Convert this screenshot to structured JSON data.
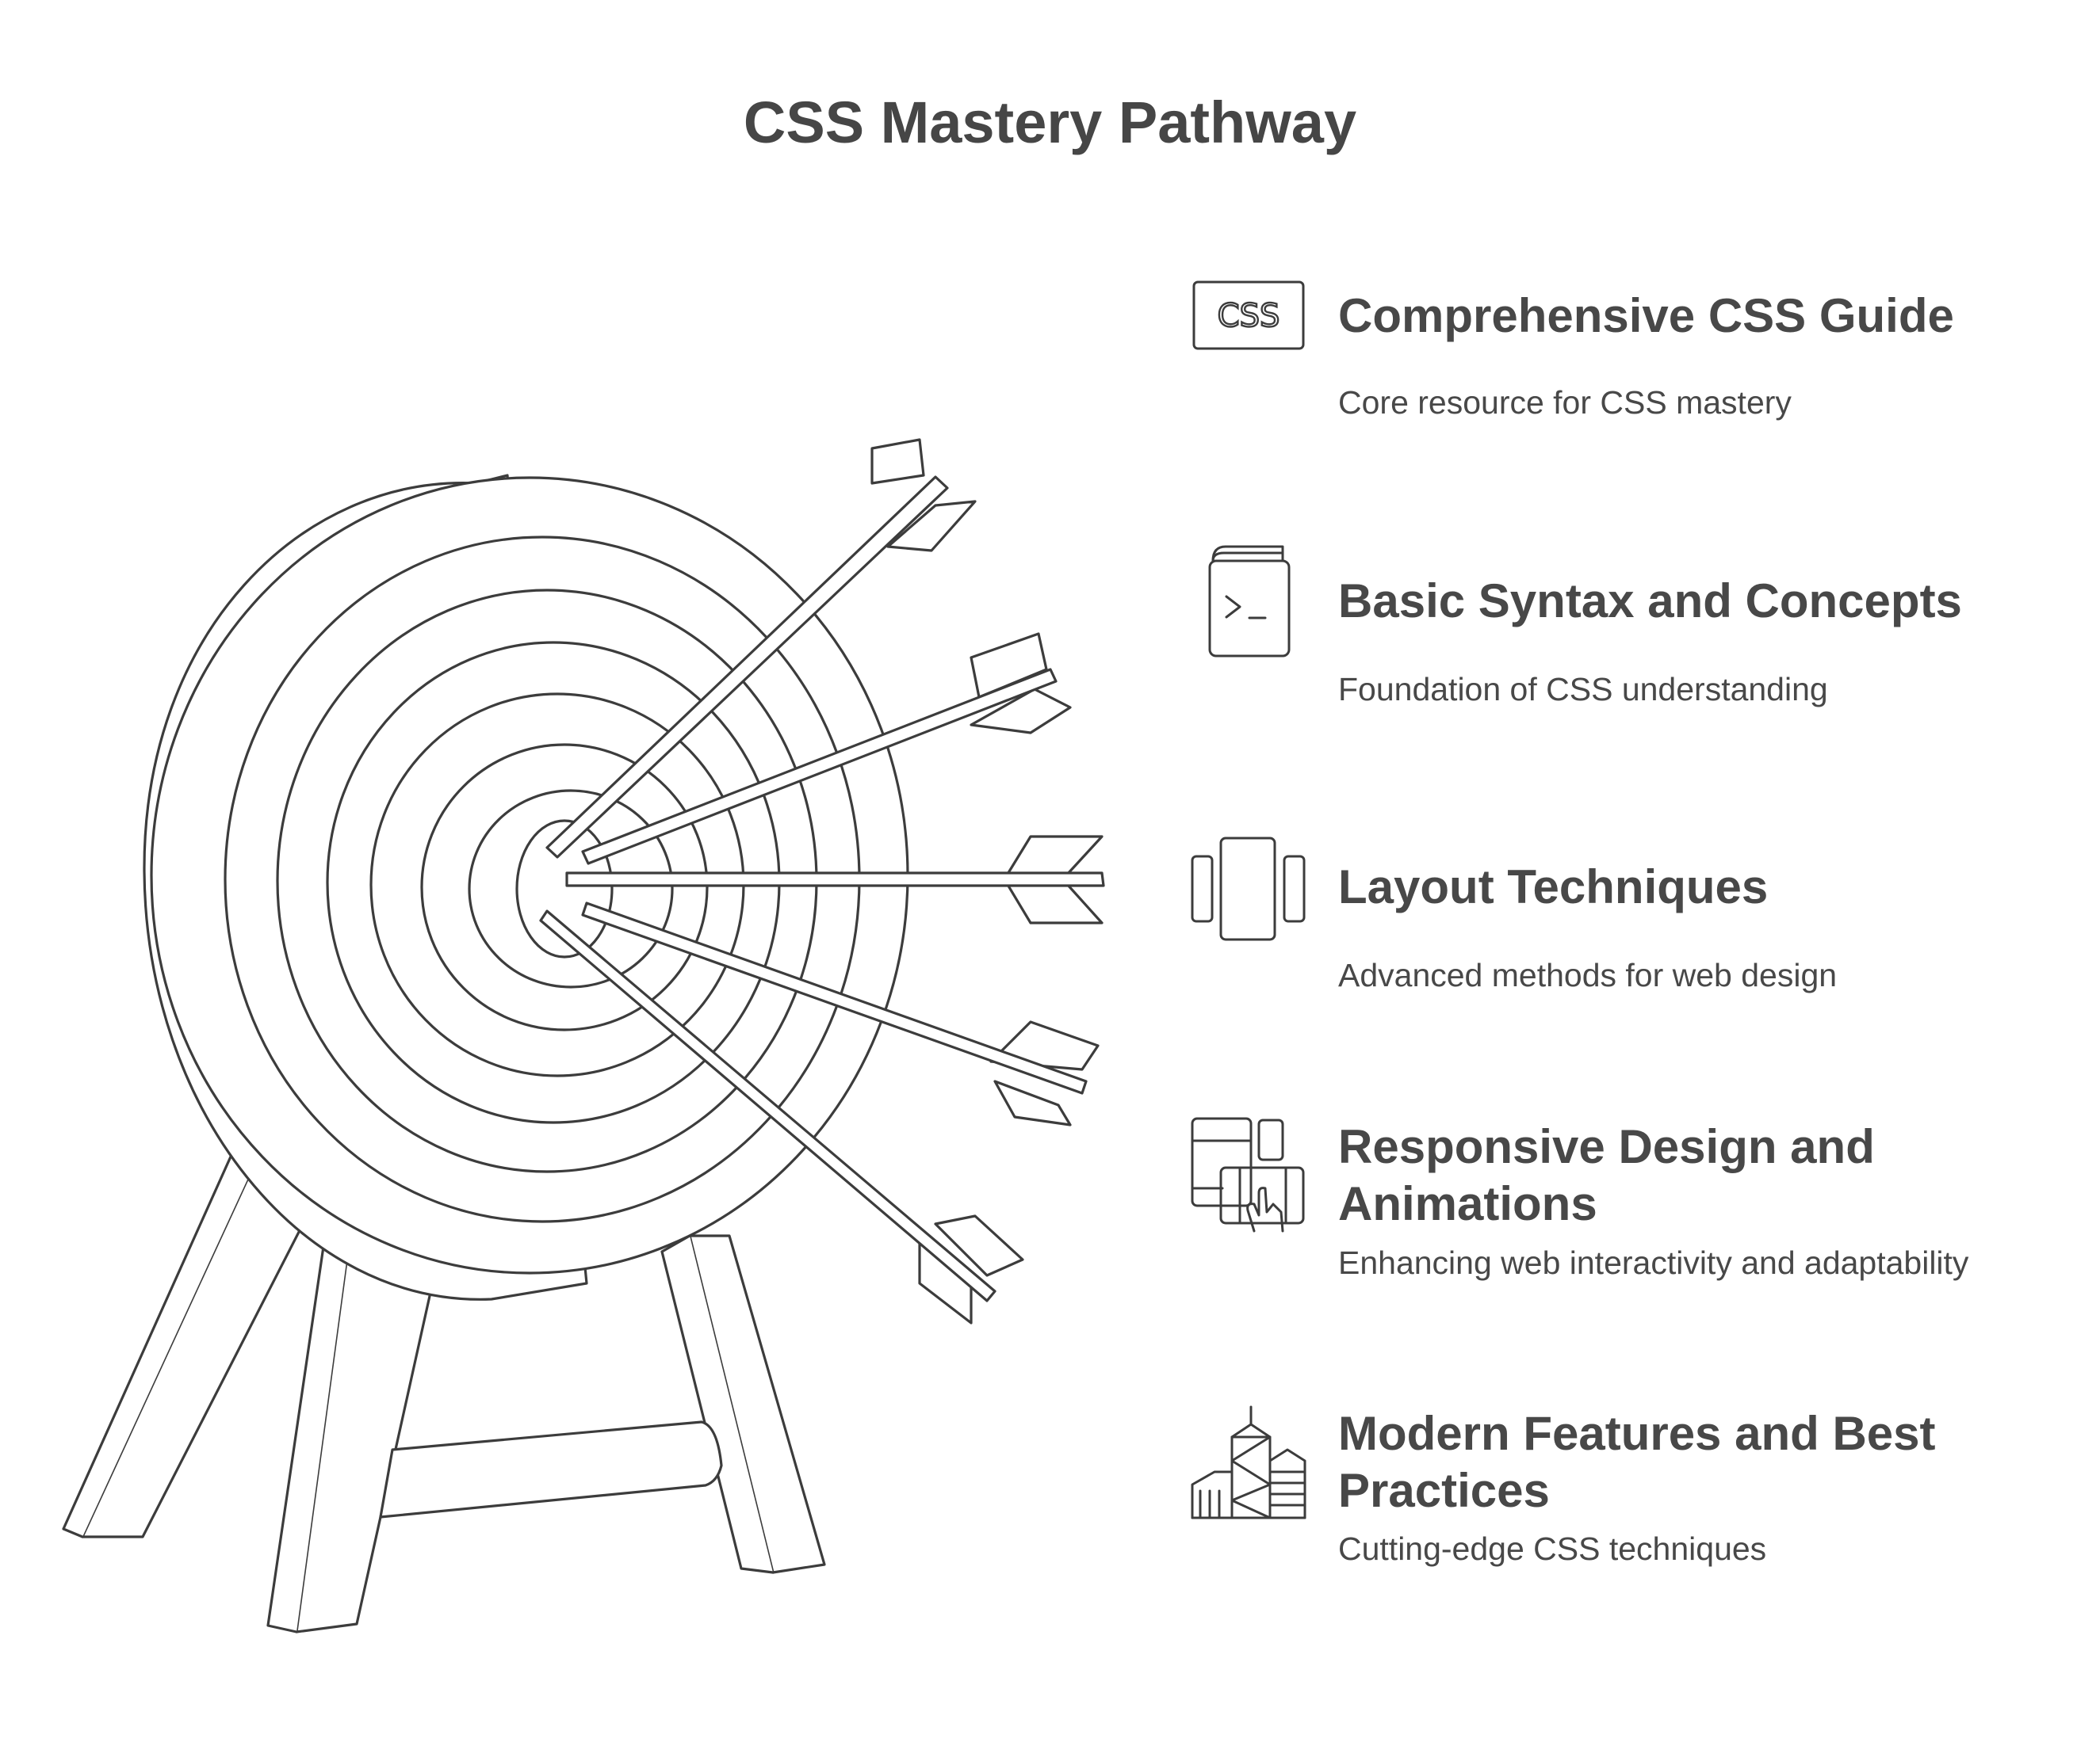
{
  "title": "CSS Mastery Pathway",
  "items": [
    {
      "icon": "css-file-icon",
      "title": "Comprehensive CSS Guide",
      "description": "Core resource for CSS mastery"
    },
    {
      "icon": "terminal-book-icon",
      "title": "Basic Syntax and Concepts",
      "description": "Foundation of CSS understanding"
    },
    {
      "icon": "layout-columns-icon",
      "title": "Layout Techniques",
      "description": "Advanced methods for web design"
    },
    {
      "icon": "responsive-devices-icon",
      "title": "Responsive Design and Animations",
      "description": "Enhancing web interactivity and adaptability"
    },
    {
      "icon": "modern-buildings-icon",
      "title": "Modern Features and Best Practices",
      "description": "Cutting-edge CSS techniques"
    }
  ],
  "icon_css_text": "CSS",
  "colors": {
    "stroke": "#3c3c3c",
    "text": "#484848",
    "background": "#ffffff"
  }
}
